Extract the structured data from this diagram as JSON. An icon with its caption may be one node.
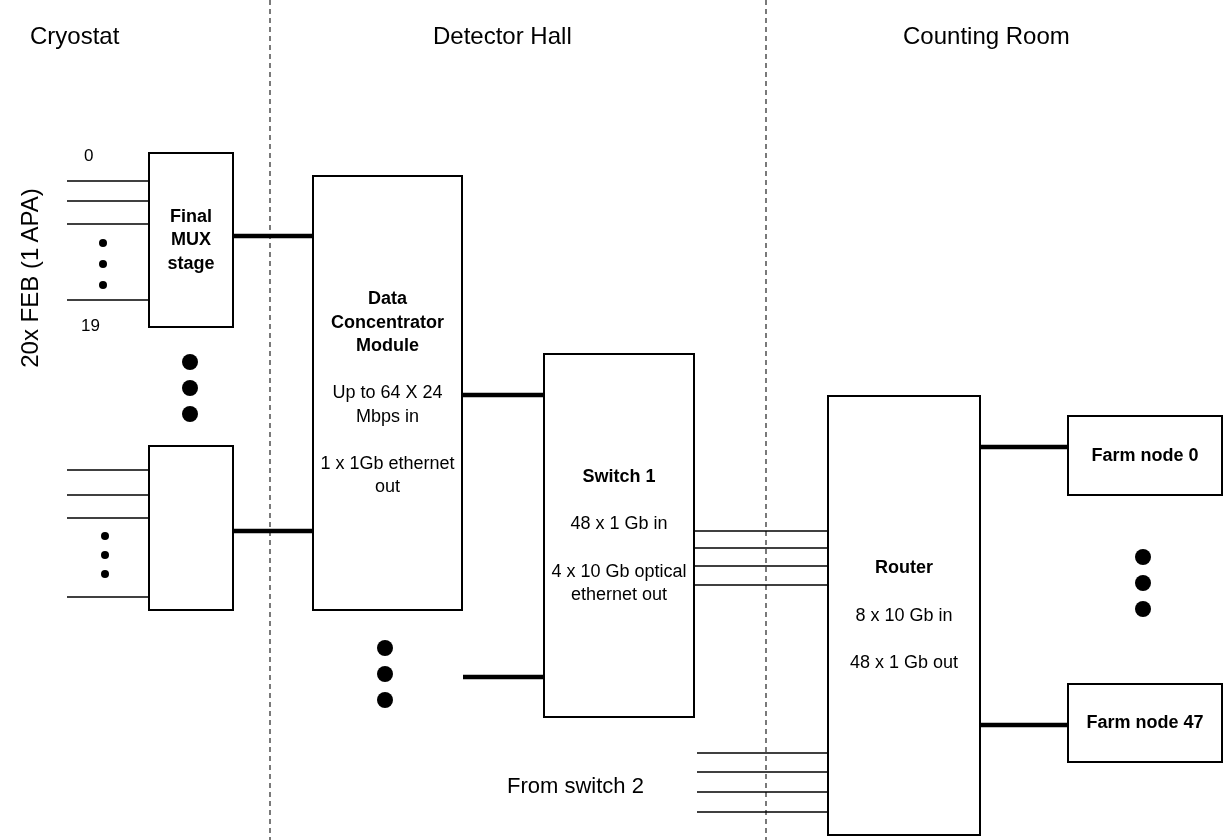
{
  "diagram": {
    "nodes": [
      {
        "text": [
          "Final MUX stage"
        ]
      },
      {
        "text": [],
        "shape": "box"
      },
      {
        "text": [
          "Data Concentrator Module",
          "Up to 64 X 24 Mbps in",
          "1 x 1Gb ethernet out"
        ]
      },
      {
        "text": [
          "Switch 1",
          "48 x 1 Gb in",
          "4 x 10 Gb optical ethernet out"
        ]
      },
      {
        "text": [
          "Router",
          "8 x 10 Gb in",
          "48 x 1 Gb out"
        ]
      },
      {
        "text": [
          "Farm node 0"
        ]
      },
      {
        "text": [
          "Farm node 47"
        ]
      }
    ],
    "edges": [
      {
        "from": null,
        "to": 0,
        "arrow": "none"
      },
      {
        "from": null,
        "to": 0,
        "arrow": "none"
      },
      {
        "from": null,
        "to": 0,
        "arrow": "none"
      },
      {
        "from": null,
        "to": 0,
        "arrow": "none"
      },
      {
        "from": null,
        "to": 1,
        "arrow": "none"
      },
      {
        "from": null,
        "to": 1,
        "arrow": "none"
      },
      {
        "from": null,
        "to": 1,
        "arrow": "none"
      },
      {
        "from": null,
        "to": 1,
        "arrow": "none"
      },
      {
        "from": 0,
        "to": 2,
        "arrow": "none",
        "style": "thick"
      },
      {
        "from": 1,
        "to": 2,
        "arrow": "none",
        "style": "thick"
      },
      {
        "from": 2,
        "to": 3,
        "arrow": "none",
        "style": "thick"
      },
      {
        "from": null,
        "to": 3,
        "arrow": "none",
        "style": "thick"
      },
      {
        "from": 3,
        "to": 4,
        "arrow": "none"
      },
      {
        "from": 3,
        "to": 4,
        "arrow": "none"
      },
      {
        "from": 3,
        "to": 4,
        "arrow": "none"
      },
      {
        "from": 3,
        "to": 4,
        "arrow": "none"
      },
      {
        "from": 4,
        "to": 5,
        "arrow": "none",
        "style": "thick"
      },
      {
        "from": 4,
        "to": 6,
        "arrow": "none",
        "style": "thick"
      },
      {
        "from": null,
        "to": 4,
        "arrow": "none"
      },
      {
        "from": null,
        "to": 4,
        "arrow": "none"
      },
      {
        "from": null,
        "to": 4,
        "arrow": "none"
      },
      {
        "from": null,
        "to": 4,
        "arrow": "none"
      }
    ],
    "labels": [
      "Cryostat",
      "Detector Hall",
      "Counting Room",
      "20x FEB (1 APA)",
      "0",
      "19",
      "From switch 2"
    ]
  }
}
